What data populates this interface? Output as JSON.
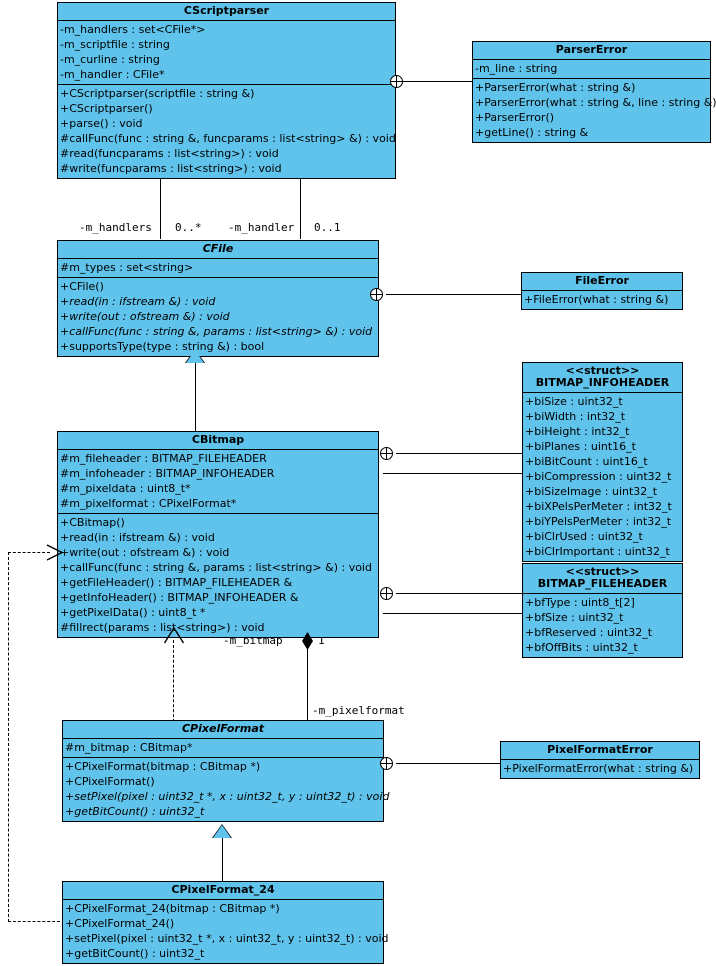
{
  "diagram": {
    "type": "uml-class-diagram",
    "background": "#ffffff",
    "class_fill": "#5FC3EB",
    "line_color": "#000000"
  },
  "classes": {
    "cscriptparser": {
      "name": "CScriptparser",
      "abstract": false,
      "attributes": [
        "-m_handlers : set<CFile*>",
        "-m_scriptfile : string",
        "-m_curline : string",
        "-m_handler : CFile*"
      ],
      "operations": [
        "+CScriptparser(scriptfile : string &)",
        "+CScriptparser()",
        "+parse() : void",
        "#callFunc(func : string &, funcparams : list<string> &) : void",
        "#read(funcparams : list<string>) : void",
        "#write(funcparams : list<string>) : void"
      ]
    },
    "parsererror": {
      "name": "ParserError",
      "abstract": false,
      "attributes": [
        "-m_line : string"
      ],
      "operations": [
        "+ParserError(what : string &)",
        "+ParserError(what : string &, line : string &)",
        "+ParserError()",
        "+getLine() : string &"
      ]
    },
    "cfile": {
      "name": "CFile",
      "abstract": true,
      "attributes": [
        "#m_types : set<string>"
      ],
      "operations": [
        {
          "text": "+CFile()",
          "italic": false
        },
        {
          "text": "+read(in : ifstream &) : void",
          "italic": true
        },
        {
          "text": "+write(out : ofstream &) : void",
          "italic": true
        },
        {
          "text": "+callFunc(func : string &, params : list<string> &) : void",
          "italic": true
        },
        {
          "text": "+supportsType(type : string &) : bool",
          "italic": false
        }
      ]
    },
    "fileerror": {
      "name": "FileError",
      "abstract": false,
      "attributes": [],
      "operations": [
        "+FileError(what : string &)"
      ]
    },
    "cbitmap": {
      "name": "CBitmap",
      "abstract": false,
      "attributes": [
        "#m_fileheader : BITMAP_FILEHEADER",
        "#m_infoheader : BITMAP_INFOHEADER",
        "#m_pixeldata : uint8_t*",
        "#m_pixelformat : CPixelFormat*"
      ],
      "operations": [
        "+CBitmap()",
        "+read(in : ifstream &) : void",
        "+write(out : ofstream &) : void",
        "+callFunc(func : string &, params : list<string> &) : void",
        "+getFileHeader() : BITMAP_FILEHEADER &",
        "+getInfoHeader() : BITMAP_INFOHEADER &",
        "+getPixelData() : uint8_t *",
        "#fillrect(params : list<string>) : void"
      ]
    },
    "bitmap_infoheader": {
      "stereotype": "<<struct>>",
      "name": "BITMAP_INFOHEADER",
      "abstract": false,
      "attributes": [
        "+biSize : uint32_t",
        "+biWidth : int32_t",
        "+biHeight : int32_t",
        "+biPlanes : uint16_t",
        "+biBitCount : uint16_t",
        "+biCompression : uint32_t",
        "+biSizeImage : uint32_t",
        "+biXPelsPerMeter : int32_t",
        "+biYPelsPerMeter : int32_t",
        "+biClrUsed : uint32_t",
        "+biClrImportant : uint32_t"
      ],
      "operations": []
    },
    "bitmap_fileheader": {
      "stereotype": "<<struct>>",
      "name": "BITMAP_FILEHEADER",
      "abstract": false,
      "attributes": [
        "+bfType : uint8_t[2]",
        "+bfSize : uint32_t",
        "+bfReserved : uint32_t",
        "+bfOffBits : uint32_t"
      ],
      "operations": []
    },
    "cpixelformat": {
      "name": "CPixelFormat",
      "abstract": true,
      "attributes": [
        "#m_bitmap : CBitmap*"
      ],
      "operations": [
        {
          "text": "+CPixelFormat(bitmap : CBitmap *)",
          "italic": false
        },
        {
          "text": "+CPixelFormat()",
          "italic": false
        },
        {
          "text": "+setPixel(pixel : uint32_t *, x : uint32_t, y : uint32_t) : void",
          "italic": true
        },
        {
          "text": "+getBitCount() : uint32_t",
          "italic": true
        }
      ]
    },
    "pixelformaterror": {
      "name": "PixelFormatError",
      "abstract": false,
      "attributes": [],
      "operations": [
        "+PixelFormatError(what : string &)"
      ]
    },
    "cpixelformat_24": {
      "name": "CPixelFormat_24",
      "abstract": false,
      "attributes": [],
      "operations": [
        "+CPixelFormat_24(bitmap : CBitmap *)",
        "+CPixelFormat_24()",
        "+setPixel(pixel : uint32_t *, x : uint32_t, y : uint32_t) : void",
        "+getBitCount() : uint32_t"
      ]
    }
  },
  "edge_labels": {
    "m_handlers_role": "-m_handlers",
    "m_handlers_mult": "0..*",
    "m_handler_role": "-m_handler",
    "m_handler_mult": "0..1",
    "m_bitmap_role": "-m_bitmap",
    "m_bitmap_mult": "1",
    "m_pixelformat_role": "-m_pixelformat"
  }
}
